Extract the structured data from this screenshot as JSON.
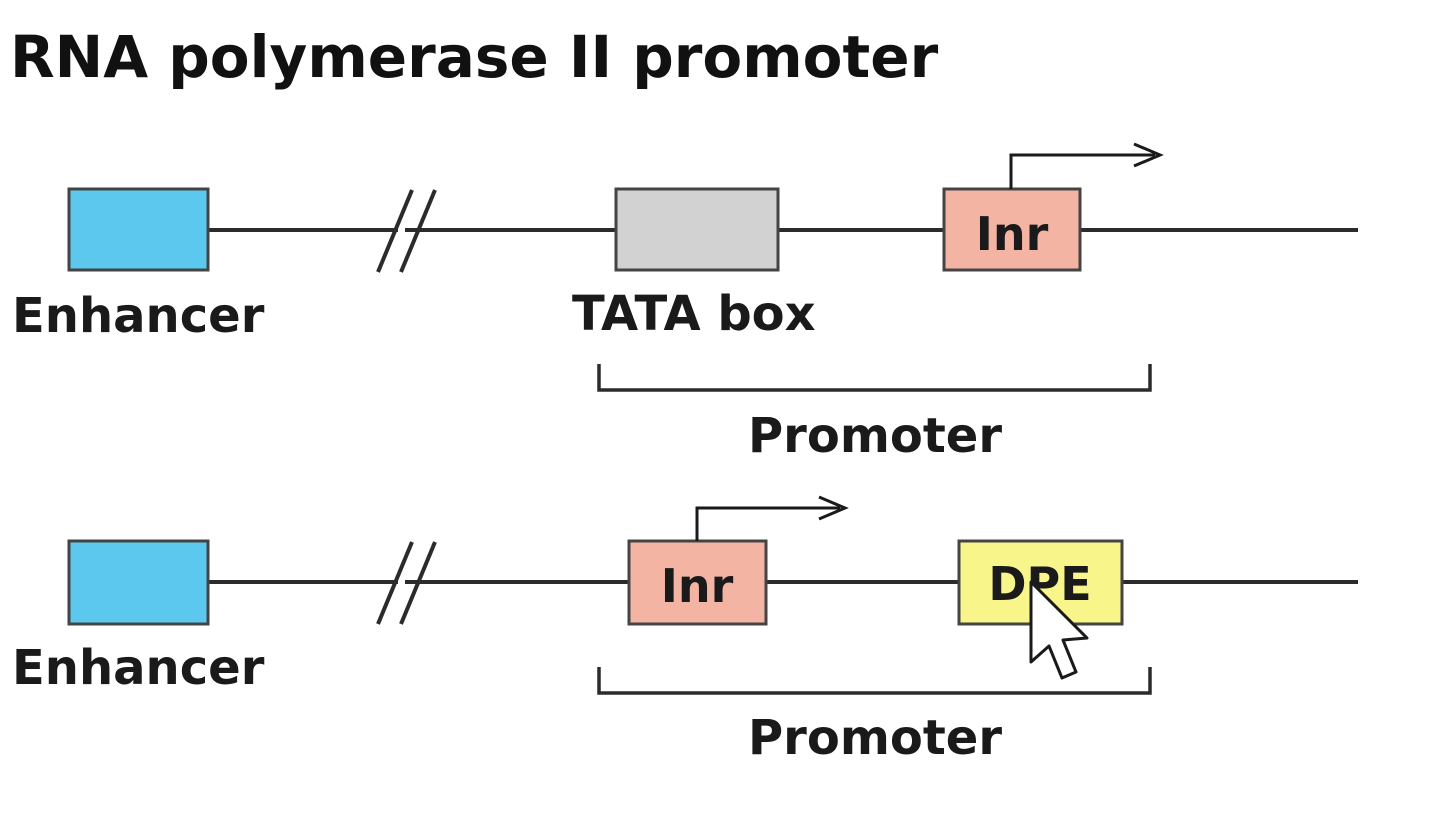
{
  "title": "RNA polymerase II promoter",
  "colors": {
    "enhancer": "#5cc8ee",
    "tata_box": "#d2d2d2",
    "inr": "#f4b4a4",
    "dpe": "#f8f58a",
    "line": "#2b2b2b",
    "text": "#1a1a1a"
  },
  "icons": {
    "break": "double-slash-break-icon",
    "start_arrow": "transcription-start-arrow-icon",
    "cursor": "mouse-pointer-icon"
  },
  "row1": {
    "enhancer_label": "Enhancer",
    "tata_label": "TATA box",
    "inr_label": "Inr",
    "promoter_label": "Promoter"
  },
  "row2": {
    "enhancer_label": "Enhancer",
    "inr_label": "Inr",
    "dpe_label": "DPE",
    "promoter_label": "Promoter"
  }
}
